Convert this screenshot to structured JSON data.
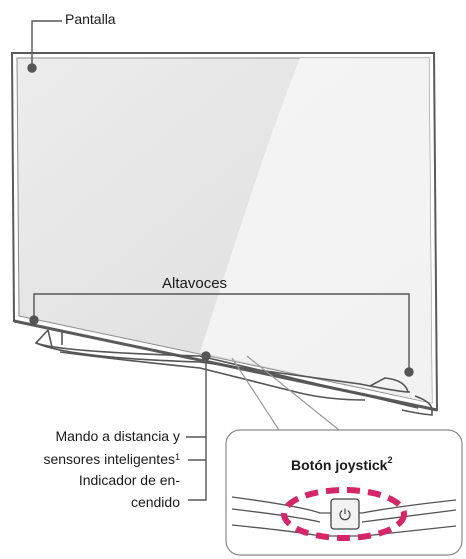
{
  "labels": {
    "screen": "Pantalla",
    "speakers": "Altavoces",
    "remote_line1": "Mando a distancia y",
    "remote_line2": "sensores inteligentes",
    "remote_sup": "1",
    "power_line1": "Indicador de en-",
    "power_line2": "cendido",
    "joystick": "Botón joystick",
    "joystick_sup": "2"
  },
  "icons": {
    "power": "power-icon"
  },
  "colors": {
    "line": "#555555",
    "frame": "#5a5a5a",
    "screen_fill": "#e9e9e9",
    "screen_glare": "#f7f7f7",
    "highlight_ring": "#d6266a",
    "callout_border": "#8a8a8a"
  }
}
